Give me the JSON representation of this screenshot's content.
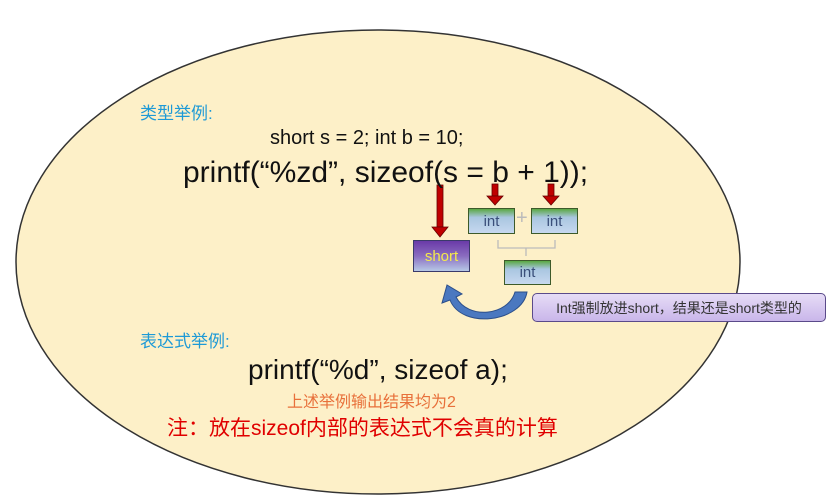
{
  "section1": {
    "label": "类型举例:",
    "code_line1": "short s = 2; int b = 10;",
    "code_line2": "printf(“%zd”, sizeof(s = b + 1));"
  },
  "diagram": {
    "short_box": "short",
    "int_box_left": "int",
    "plus": "+",
    "int_box_right": "int",
    "int_result": "int",
    "callout": "Int强制放进short，结果还是short类型的"
  },
  "section2": {
    "label": "表达式举例:",
    "code": "printf(“%d”, sizeof a);",
    "result_note": "上述举例输出结果均为2",
    "warning": "注：放在sizeof内部的表达式不会真的计算"
  },
  "colors": {
    "ellipse_fill": "#fdf0c8",
    "label_blue": "#1e9ad6",
    "arrow_red": "#c00000",
    "note_orange": "#e8703a",
    "warning_red": "#e00000",
    "callout_fill": "#d8c8f0"
  }
}
